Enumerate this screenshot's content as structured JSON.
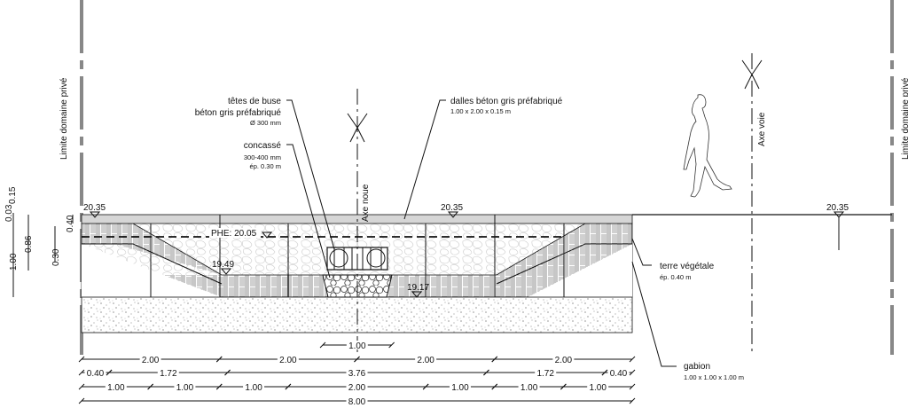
{
  "limits": {
    "left": "Limite domaine privé",
    "right": "Limite domaine privé"
  },
  "axes": {
    "noue": "Axe noue",
    "voie": "Axe voie"
  },
  "labels": {
    "tetes_title": "têtes de buse",
    "tetes_material": "béton gris préfabriqué",
    "tetes_diam": "Ø 300 mm",
    "concasse_title": "concassé",
    "concasse_size": "300-400 mm",
    "concasse_ep": "ép. 0.30 m",
    "dalles_title": "dalles béton gris préfabriqué",
    "dalles_dims": "1.00 x 2.00 x 0.15 m",
    "terre_title": "terre végétale",
    "terre_ep": "ép. 0.40 m",
    "gabion_title": "gabion",
    "gabion_dims": "1.00 x 1.00 x 1.00 m"
  },
  "levels": {
    "left": "20.35",
    "center": "20.35",
    "right": "20.35",
    "phe": "PHE: 20.05",
    "slope": "19.49",
    "bottom": "19.17"
  },
  "vertical_dims": {
    "a": "0.15",
    "b": "0.03",
    "c": "0.86",
    "d": "1.00",
    "e": "0.40",
    "f": "0.30"
  },
  "horizontal_dims": {
    "scale": "1.00",
    "row1": [
      "2.00",
      "2.00",
      "2.00",
      "2.00"
    ],
    "row2": [
      "0.40",
      "1.72",
      "3.76",
      "1.72",
      "0.40"
    ],
    "row3": [
      "1.00",
      "1.00",
      "1.00",
      "2.00",
      "1.00",
      "1.00",
      "1.00"
    ],
    "total": "8.00"
  }
}
